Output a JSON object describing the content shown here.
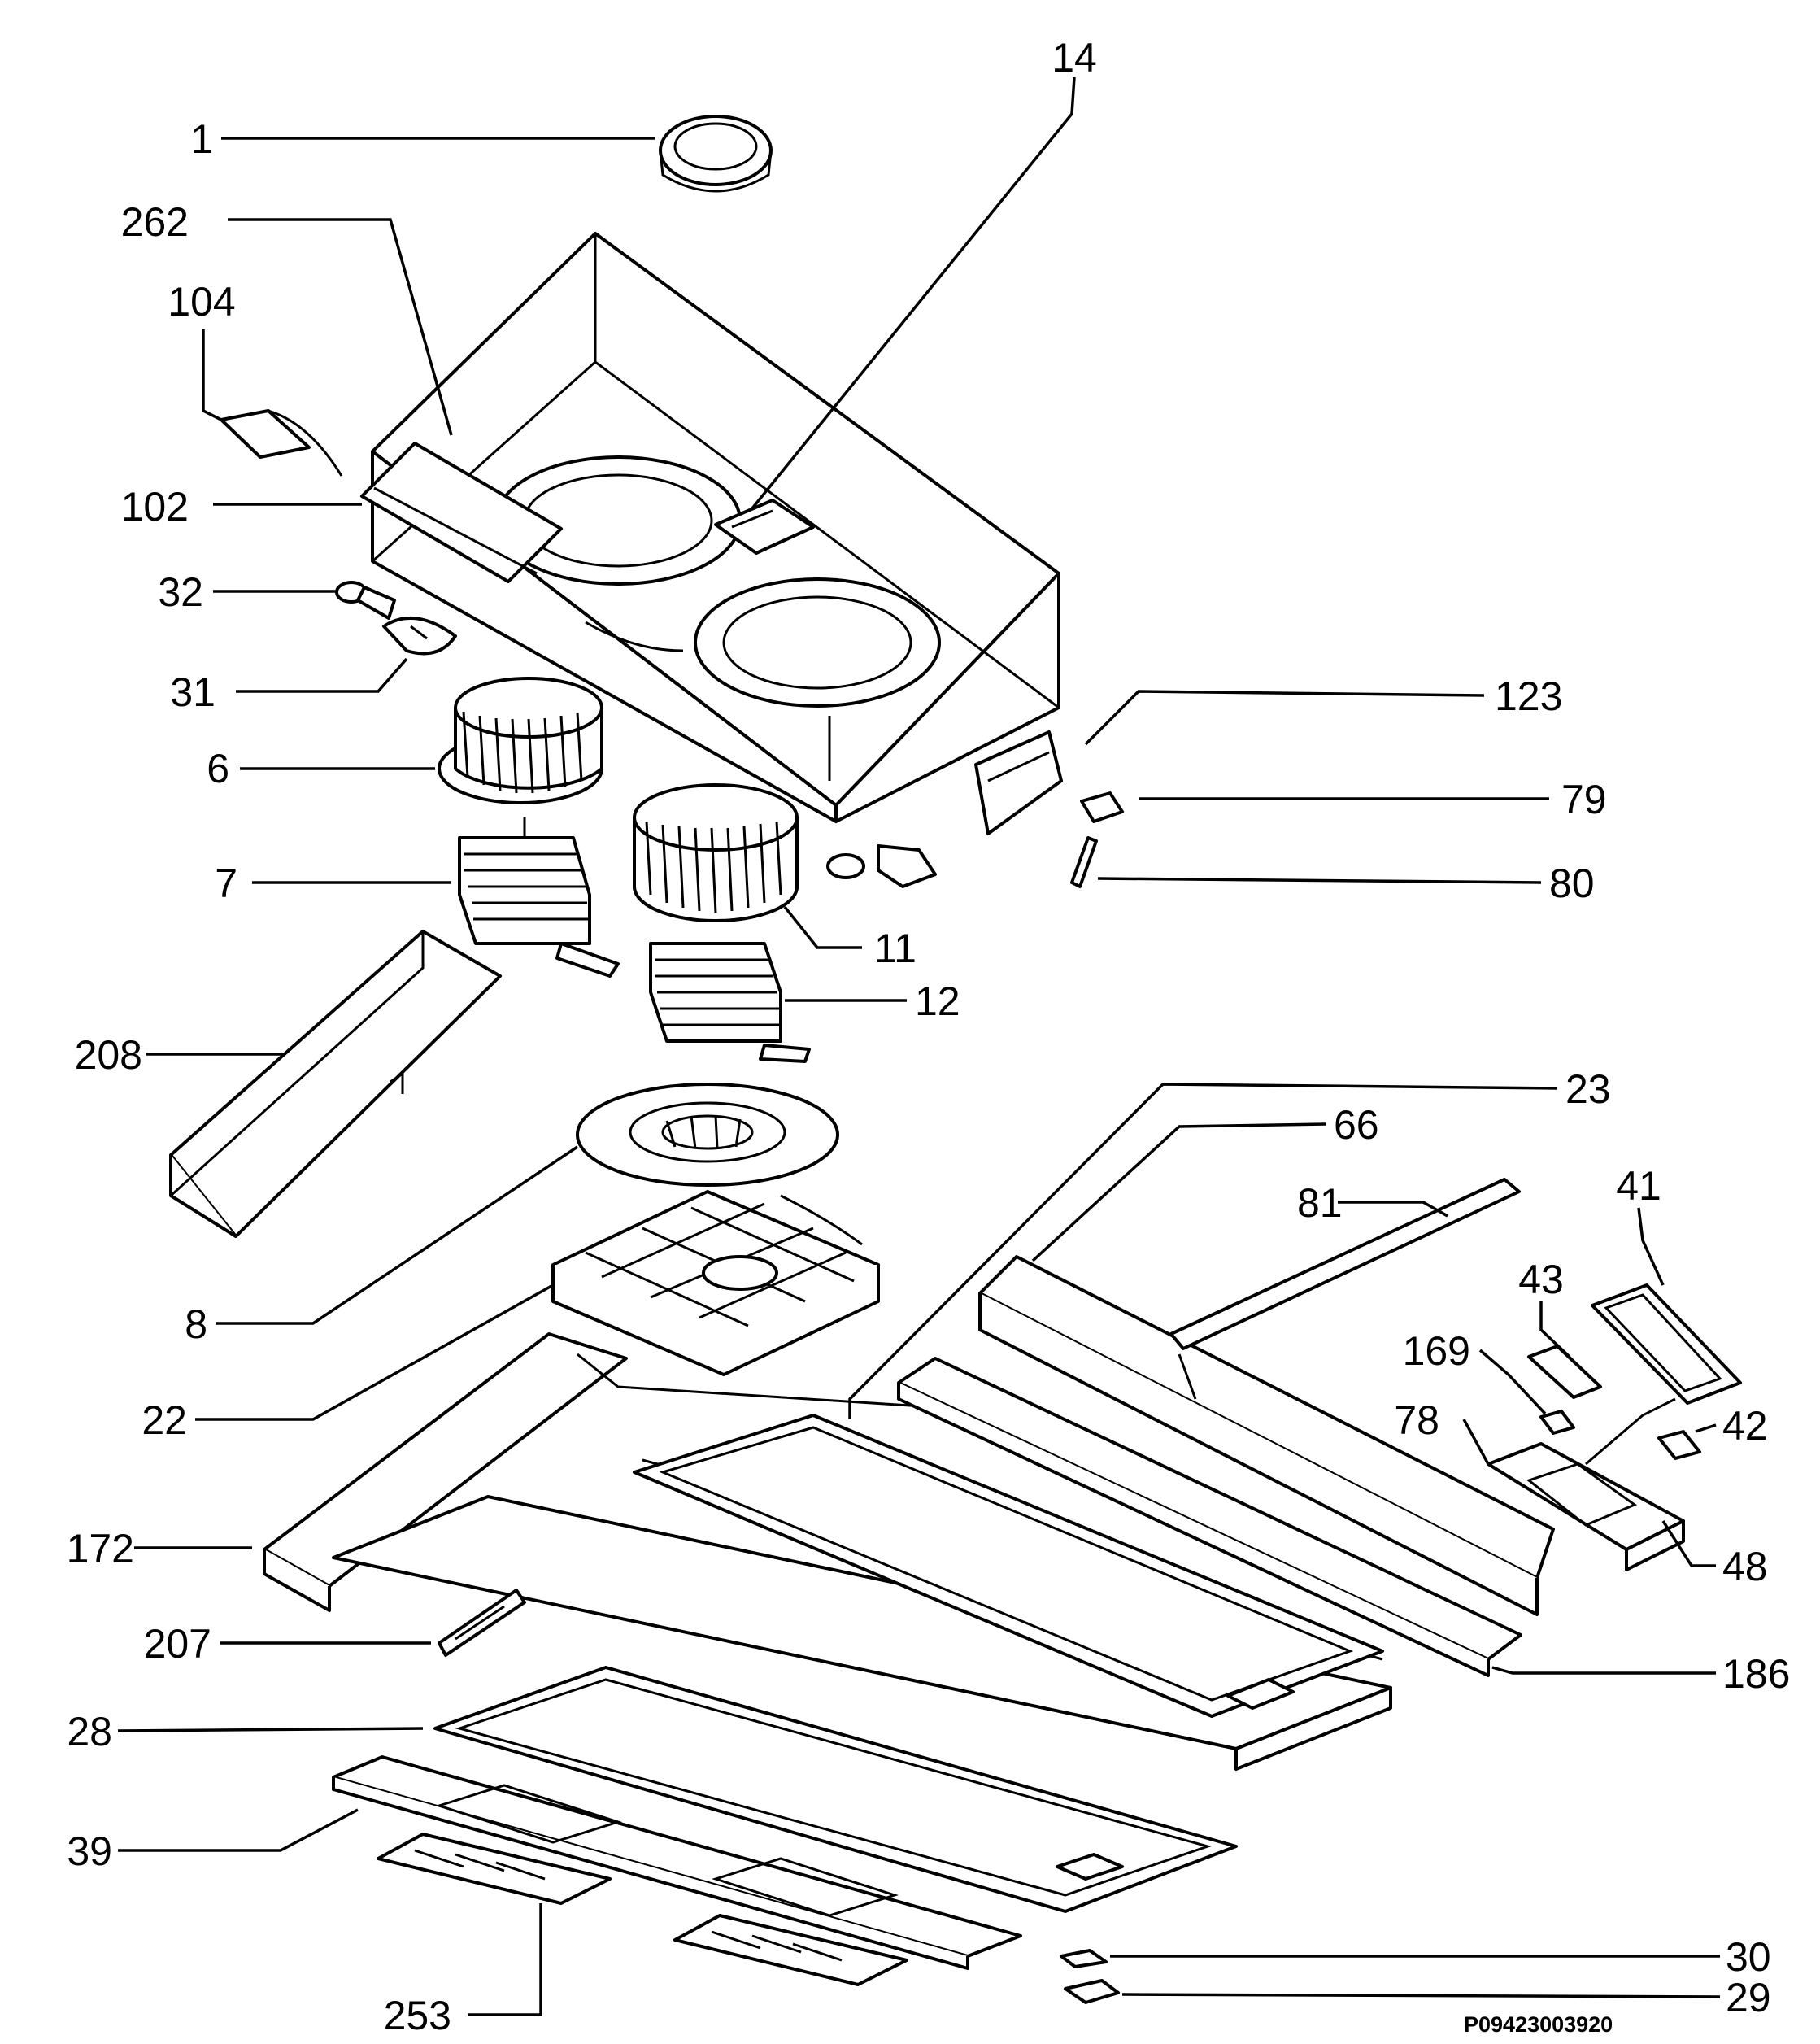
{
  "diagram": {
    "document_code": "P09423003920",
    "callouts": [
      {
        "id": "1",
        "label": "1"
      },
      {
        "id": "14",
        "label": "14"
      },
      {
        "id": "262",
        "label": "262"
      },
      {
        "id": "104",
        "label": "104"
      },
      {
        "id": "102",
        "label": "102"
      },
      {
        "id": "32",
        "label": "32"
      },
      {
        "id": "31",
        "label": "31"
      },
      {
        "id": "6",
        "label": "6"
      },
      {
        "id": "7",
        "label": "7"
      },
      {
        "id": "123",
        "label": "123"
      },
      {
        "id": "79",
        "label": "79"
      },
      {
        "id": "80",
        "label": "80"
      },
      {
        "id": "11",
        "label": "11"
      },
      {
        "id": "12",
        "label": "12"
      },
      {
        "id": "208",
        "label": "208"
      },
      {
        "id": "23",
        "label": "23"
      },
      {
        "id": "66",
        "label": "66"
      },
      {
        "id": "81",
        "label": "81"
      },
      {
        "id": "41",
        "label": "41"
      },
      {
        "id": "43",
        "label": "43"
      },
      {
        "id": "169",
        "label": "169"
      },
      {
        "id": "78",
        "label": "78"
      },
      {
        "id": "42",
        "label": "42"
      },
      {
        "id": "8",
        "label": "8"
      },
      {
        "id": "22",
        "label": "22"
      },
      {
        "id": "48",
        "label": "48"
      },
      {
        "id": "172",
        "label": "172"
      },
      {
        "id": "186",
        "label": "186"
      },
      {
        "id": "207",
        "label": "207"
      },
      {
        "id": "28",
        "label": "28"
      },
      {
        "id": "39",
        "label": "39"
      },
      {
        "id": "30",
        "label": "30"
      },
      {
        "id": "29",
        "label": "29"
      },
      {
        "id": "253",
        "label": "253"
      }
    ]
  }
}
